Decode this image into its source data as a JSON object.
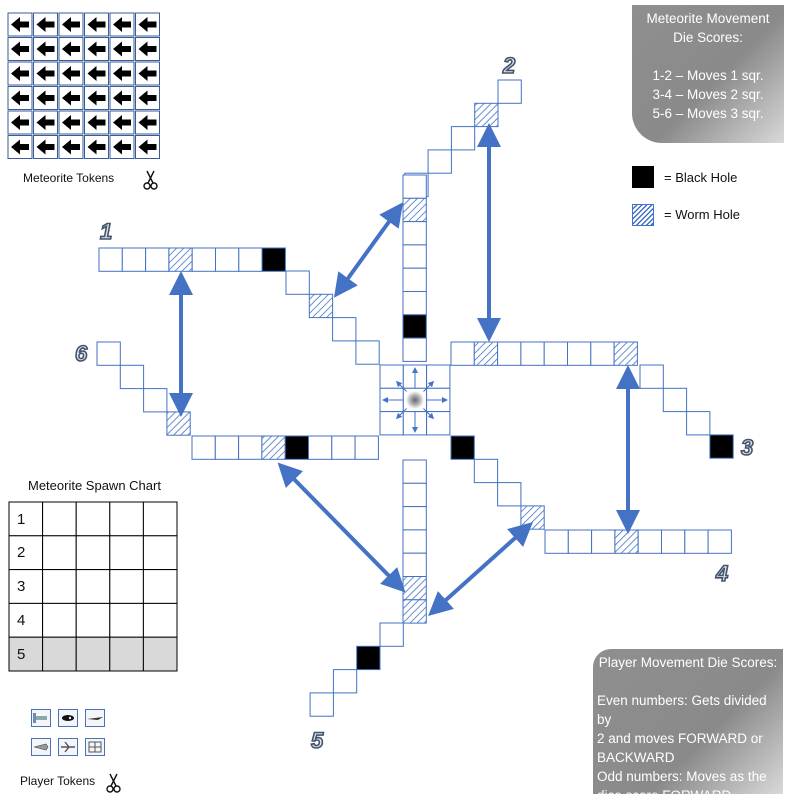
{
  "meteorite_panel": {
    "title_line1": "Meteorite Movement",
    "title_line2": "Die Scores:",
    "rules": [
      "1-2 – Moves 1 sqr.",
      "3-4 – Moves 2 sqr.",
      "5-6 – Moves 3 sqr."
    ]
  },
  "legend": {
    "black_hole": "= Black Hole",
    "worm_hole": "= Worm Hole"
  },
  "meteorite_tokens": {
    "label": "Meteorite Tokens"
  },
  "player_tokens": {
    "label": "Player Tokens",
    "icons": [
      "satellite-icon",
      "rocket-icon",
      "spaceship-icon",
      "shuttle-icon",
      "jet-icon",
      "station-icon"
    ]
  },
  "spawn_chart": {
    "title": "Meteorite Spawn Chart",
    "rows": [
      "1",
      "2",
      "3",
      "4",
      "5"
    ]
  },
  "path_numbers": [
    "1",
    "2",
    "3",
    "4",
    "5",
    "6"
  ],
  "player_panel": {
    "title": "Player Movement Die Scores:",
    "lines": [
      "Even numbers: Gets divided by",
      "2 and moves FORWARD or",
      "BACKWARD",
      "Odd numbers: Moves as the",
      "dice score FORWARD"
    ]
  },
  "colors": {
    "square_border": "#4472c4",
    "arrow": "#4472c4",
    "panel": "#8a8a8a",
    "black_hole": "#000000"
  }
}
